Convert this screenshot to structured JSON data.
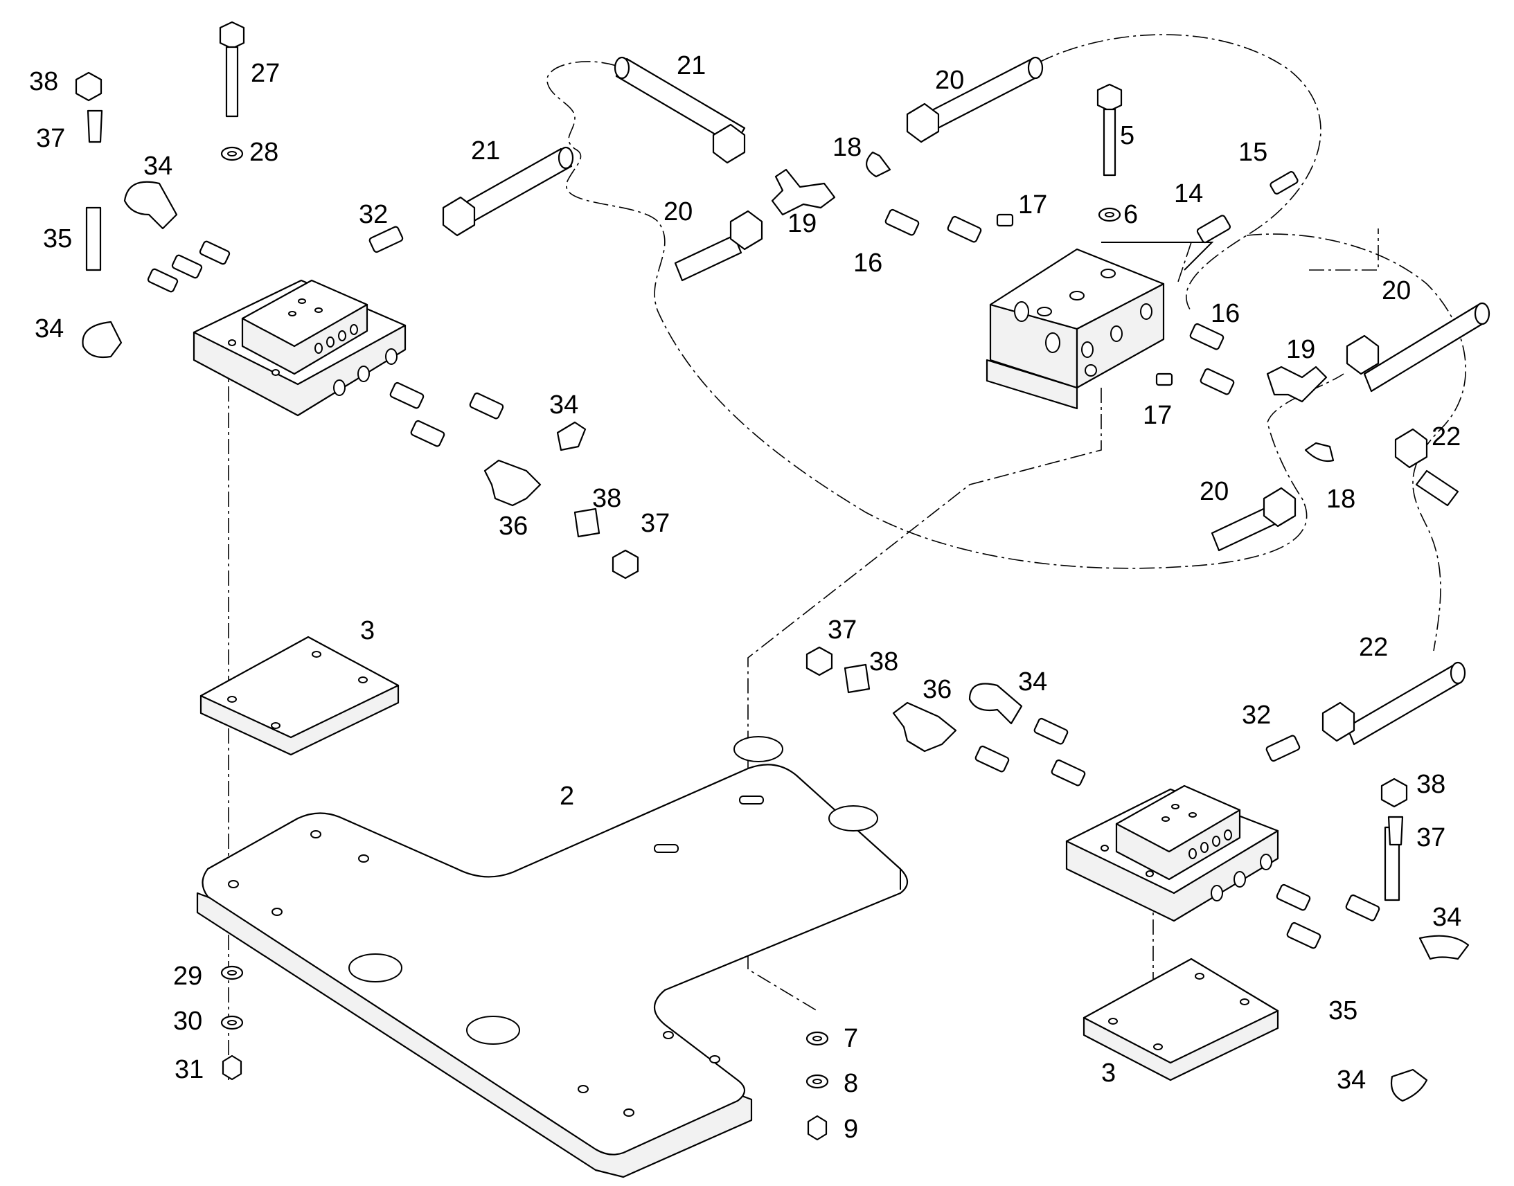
{
  "callouts": {
    "c2": "2",
    "c3a": "3",
    "c3b": "3",
    "c5": "5",
    "c6": "6",
    "c7": "7",
    "c8": "8",
    "c9": "9",
    "c14": "14",
    "c15": "15",
    "c16a": "16",
    "c16b": "16",
    "c17a": "17",
    "c17b": "17",
    "c18a": "18",
    "c18b": "18",
    "c19a": "19",
    "c19b": "19",
    "c20a": "20",
    "c20b": "20",
    "c20c": "20",
    "c20d": "20",
    "c21a": "21",
    "c21b": "21",
    "c22a": "22",
    "c22b": "22",
    "c27": "27",
    "c28": "28",
    "c29": "29",
    "c30": "30",
    "c31": "31",
    "c32a": "32",
    "c32b": "32",
    "c34a": "34",
    "c34b": "34",
    "c34c": "34",
    "c34d": "34",
    "c34e": "34",
    "c34f": "34",
    "c35a": "35",
    "c35b": "35",
    "c36a": "36",
    "c36b": "36",
    "c37a": "37",
    "c37b": "37",
    "c37c": "37",
    "c37d": "37",
    "c38a": "38",
    "c38b": "38",
    "c38c": "38",
    "c38d": "38"
  }
}
